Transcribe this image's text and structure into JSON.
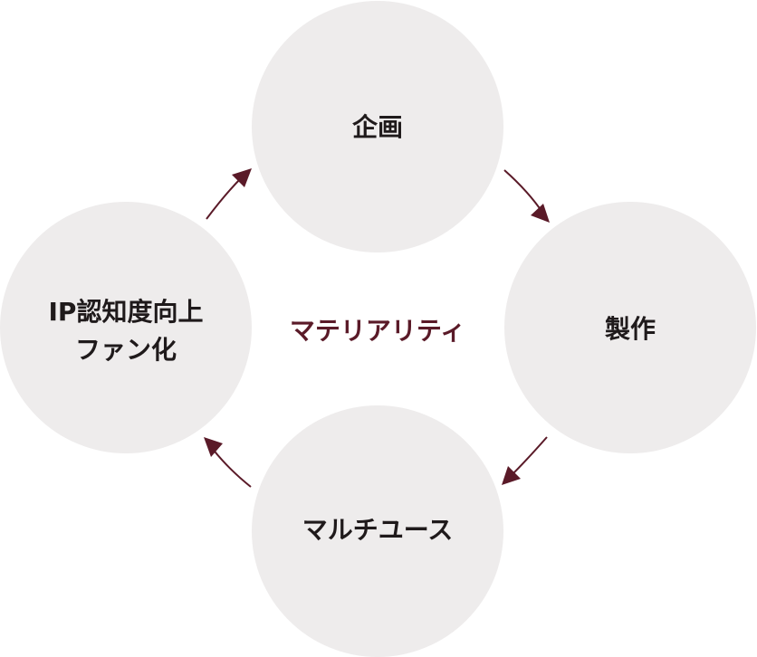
{
  "diagram": {
    "center": {
      "label": "マテリアリティ"
    },
    "nodes": [
      {
        "id": "planning",
        "label": "企画"
      },
      {
        "id": "production",
        "label": "製作"
      },
      {
        "id": "multiuse",
        "label": "マルチユース"
      },
      {
        "id": "ip-awareness",
        "line1": "IP認知度向上",
        "line2": "ファン化"
      }
    ],
    "colors": {
      "circle_fill": "#eeecec",
      "node_text": "#1f1a1b",
      "accent": "#5a1a28"
    }
  }
}
